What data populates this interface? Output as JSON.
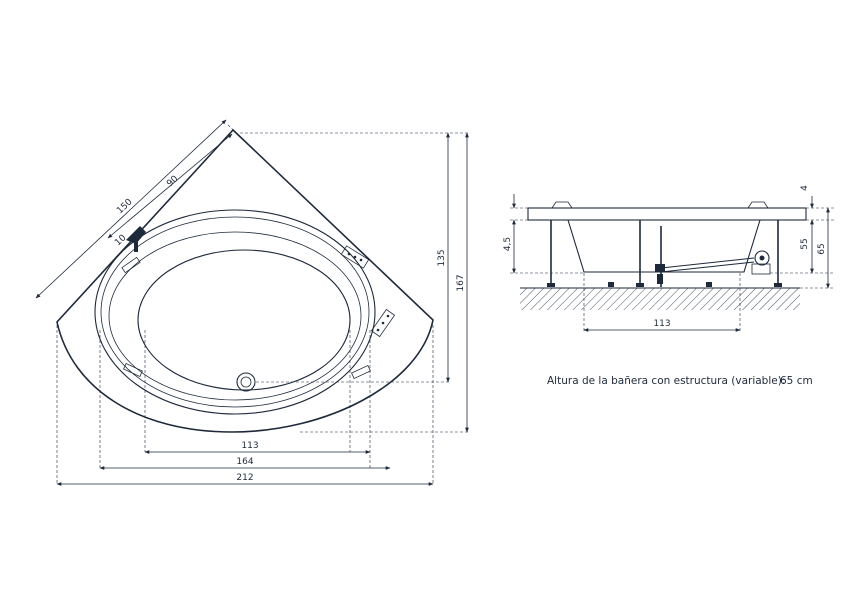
{
  "plan": {
    "dim_diag_outer": "150",
    "dim_diag_inner": "90",
    "dim_small": "10",
    "dim_inner_width": "113",
    "dim_rim_width": "164",
    "dim_total_width": "212",
    "dim_height_inner": "135",
    "dim_height_total": "167"
  },
  "elevation": {
    "dim_rim": "4",
    "dim_left": "4,5",
    "dim_55": "55",
    "dim_65": "65",
    "dim_base": "113"
  },
  "note": {
    "label": "Altura de la bañera con estructura (variable):",
    "value": "65 cm"
  },
  "colors": {
    "ink": "#1e2a3a",
    "paper": "#ffffff"
  },
  "icons": {
    "faucet": "faucet-icon",
    "drain": "drain-icon",
    "jets": "jet-control-icon"
  }
}
